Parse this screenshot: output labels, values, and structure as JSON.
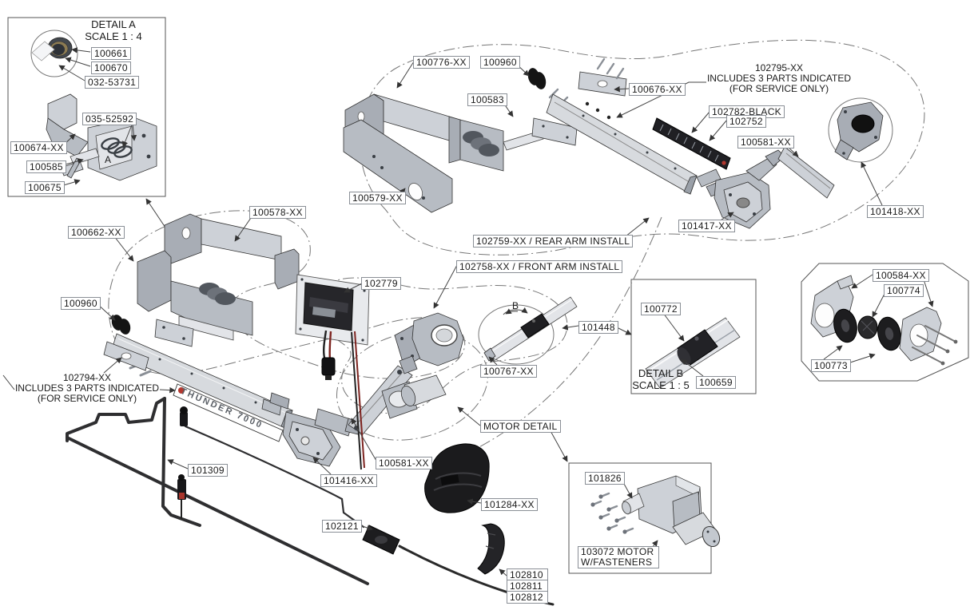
{
  "detail_a": {
    "title": "DETAIL A",
    "scale": "SCALE 1 : 4",
    "marker": "A"
  },
  "detail_b": {
    "title": "DETAIL B",
    "scale": "SCALE 1 : 5"
  },
  "markers": {
    "section_b": "B"
  },
  "branding": {
    "beam_logo": "THUNDER 7000"
  },
  "service_kits": {
    "kit_102795": {
      "part": "102795-XX",
      "line2": "INCLUDES 3 PARTS INDICATED",
      "line3": "(FOR SERVICE ONLY)"
    },
    "kit_102794": {
      "part": "102794-XX",
      "line2": "INCLUDES 3 PARTS INDICATED",
      "line3": "(FOR SERVICE ONLY)"
    }
  },
  "installs": {
    "rear": "102759-XX / REAR ARM INSTALL",
    "front": "102758-XX / FRONT ARM INSTALL"
  },
  "motor_detail": {
    "label": "MOTOR DETAIL",
    "fastener": "101826",
    "caption_line1": "103072 MOTOR",
    "caption_line2": "W/FASTENERS"
  },
  "labels": {
    "p100661": "100661",
    "p100670": "100670",
    "p032_53731": "032-53731",
    "p035_52592": "035-52592",
    "p100674": "100674-XX",
    "p100585": "100585",
    "p100675": "100675",
    "p100662": "100662-XX",
    "p100578": "100578-XX",
    "p100960": "100960",
    "p100776": "100776-XX",
    "p100583": "100583",
    "p100676": "100676-XX",
    "p100579": "100579-XX",
    "p102782": "102782-BLACK",
    "p102752": "102752",
    "p100581": "100581-XX",
    "p101417": "101417-XX",
    "p101418": "101418-XX",
    "p102779": "102779",
    "p101448": "101448",
    "p100767": "100767-XX",
    "p100772": "100772",
    "p100659": "100659",
    "p100584": "100584-XX",
    "p100774": "100774",
    "p100773": "100773",
    "p101309": "101309",
    "p102121": "102121",
    "p101416": "101416-XX",
    "p101284": "101284-XX",
    "p102810": "102810",
    "p102811": "102811",
    "p102812": "102812"
  }
}
